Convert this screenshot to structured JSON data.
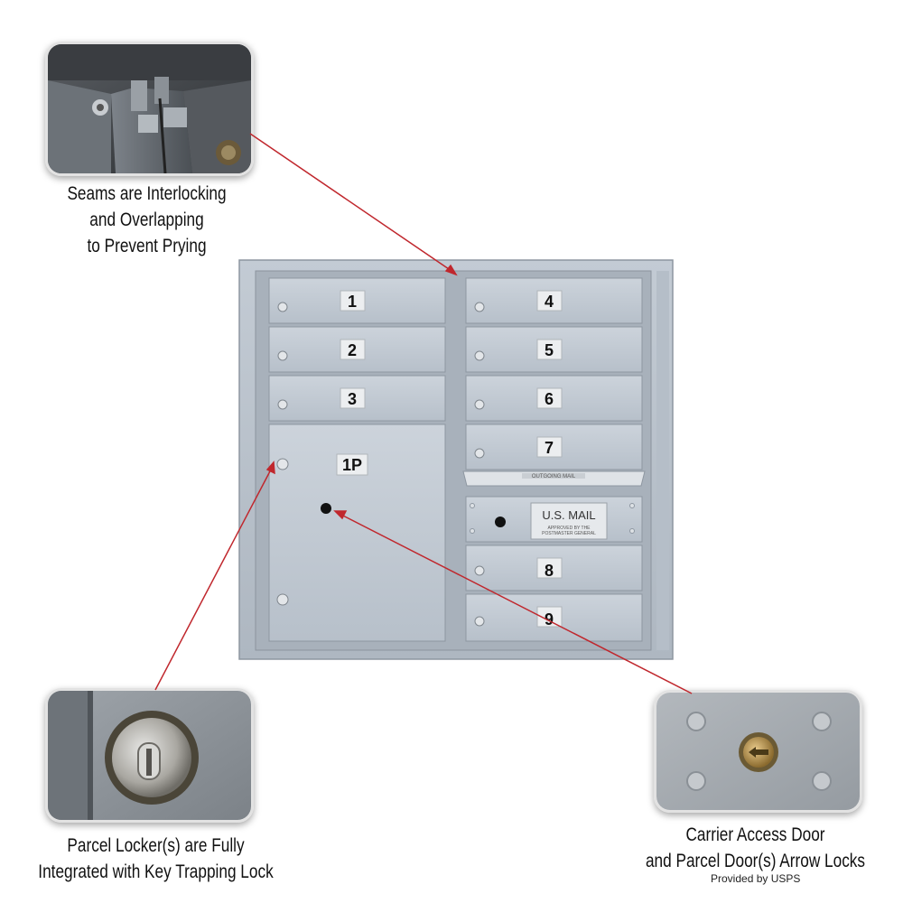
{
  "callouts": {
    "seams": {
      "lines": [
        "Seams are Interlocking",
        "and Overlapping",
        "to Prevent Prying"
      ],
      "icon": "interlocking-seam-closeup"
    },
    "parcel_lock": {
      "lines": [
        "Parcel Locker(s) are Fully",
        "Integrated with Key Trapping Lock"
      ],
      "icon": "parcel-lock-closeup"
    },
    "arrow_lock": {
      "lines": [
        "Carrier Access Door",
        "and Parcel Door(s) Arrow Locks"
      ],
      "icon": "arrow-lock-closeup"
    }
  },
  "credit": "Provided by USPS",
  "mailbox": {
    "left_doors": [
      "1",
      "2",
      "3"
    ],
    "parcel_door": "1P",
    "right_doors_top": [
      "4",
      "5",
      "6",
      "7"
    ],
    "outgoing_label": "OUTGOING MAIL",
    "usps_plate": {
      "title": "U.S. MAIL",
      "subtitle_line1": "APPROVED BY THE",
      "subtitle_line2": "POSTMASTER GENERAL"
    },
    "right_doors_bottom": [
      "8",
      "9"
    ]
  },
  "colors": {
    "pointer_line": "#c0272d",
    "cabinet": "#b9c2cc",
    "door": "#c7cfd8"
  }
}
